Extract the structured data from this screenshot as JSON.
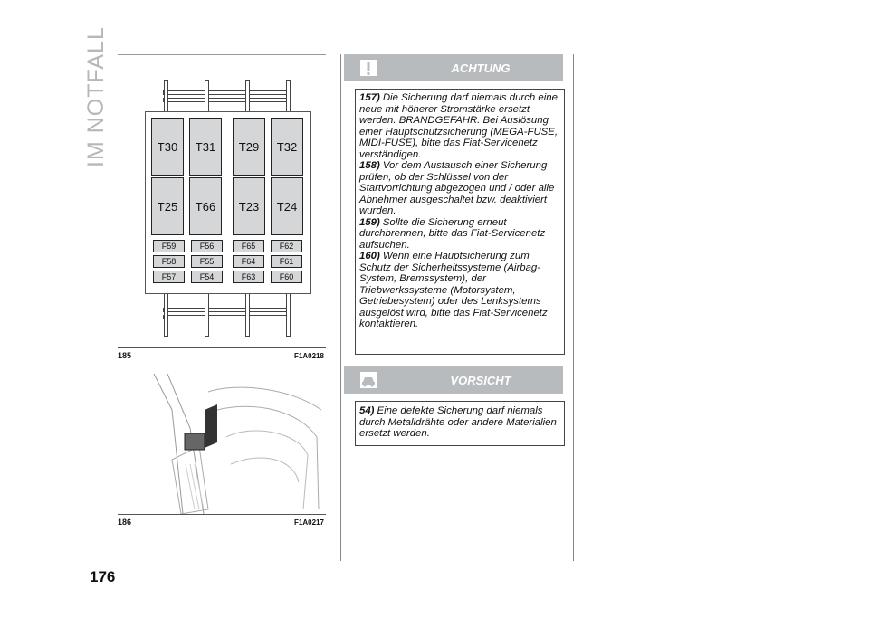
{
  "section_title": "IM NOTFALL",
  "page_number": "176",
  "figures": [
    {
      "number": "185",
      "code": "F1A0218"
    },
    {
      "number": "186",
      "code": "F1A0217"
    }
  ],
  "fuse_diagram": {
    "relays_top": [
      "T30",
      "T31",
      "T29",
      "T32"
    ],
    "relays_bottom": [
      "T25",
      "T66",
      "T23",
      "T24"
    ],
    "fuses": [
      [
        "F59",
        "F56",
        "F65",
        "F62"
      ],
      [
        "F58",
        "F55",
        "F64",
        "F61"
      ],
      [
        "F57",
        "F54",
        "F63",
        "F60"
      ]
    ]
  },
  "warning": {
    "title": "ACHTUNG",
    "icon": "warning-icon",
    "notes": [
      {
        "num": "157)",
        "text": "Die Sicherung darf niemals durch eine neue mit höherer Stromstärke ersetzt werden. BRANDGEFAHR. Bei Auslösung einer Hauptschutzsicherung (MEGA-FUSE, MIDI-FUSE), bitte das Fiat-Servicenetz verständigen."
      },
      {
        "num": "158)",
        "text": "Vor dem Austausch einer Sicherung prüfen, ob der Schlüssel von der Startvorrichtung abgezogen und / oder alle Abnehmer ausgeschaltet bzw. deaktiviert wurden."
      },
      {
        "num": "159)",
        "text": "Sollte die Sicherung erneut durchbrennen, bitte das Fiat-Servicenetz aufsuchen."
      },
      {
        "num": "160)",
        "text": "Wenn eine Hauptsicherung zum Schutz der Sicherheitssysteme (Airbag-System, Bremssystem), der Triebwerkssysteme (Motorsystem, Getriebesystem) oder des Lenksystems ausgelöst wird, bitte das Fiat-Servicenetz kontaktieren."
      }
    ]
  },
  "caution": {
    "title": "VORSICHT",
    "icon": "car-icon",
    "notes": [
      {
        "num": "54)",
        "text": "Eine defekte Sicherung darf niemals durch Metalldrähte oder andere Materialien ersetzt werden."
      }
    ]
  },
  "colors": {
    "header_bg": "#b7bbbe",
    "title_text": "#b5b8bb"
  }
}
